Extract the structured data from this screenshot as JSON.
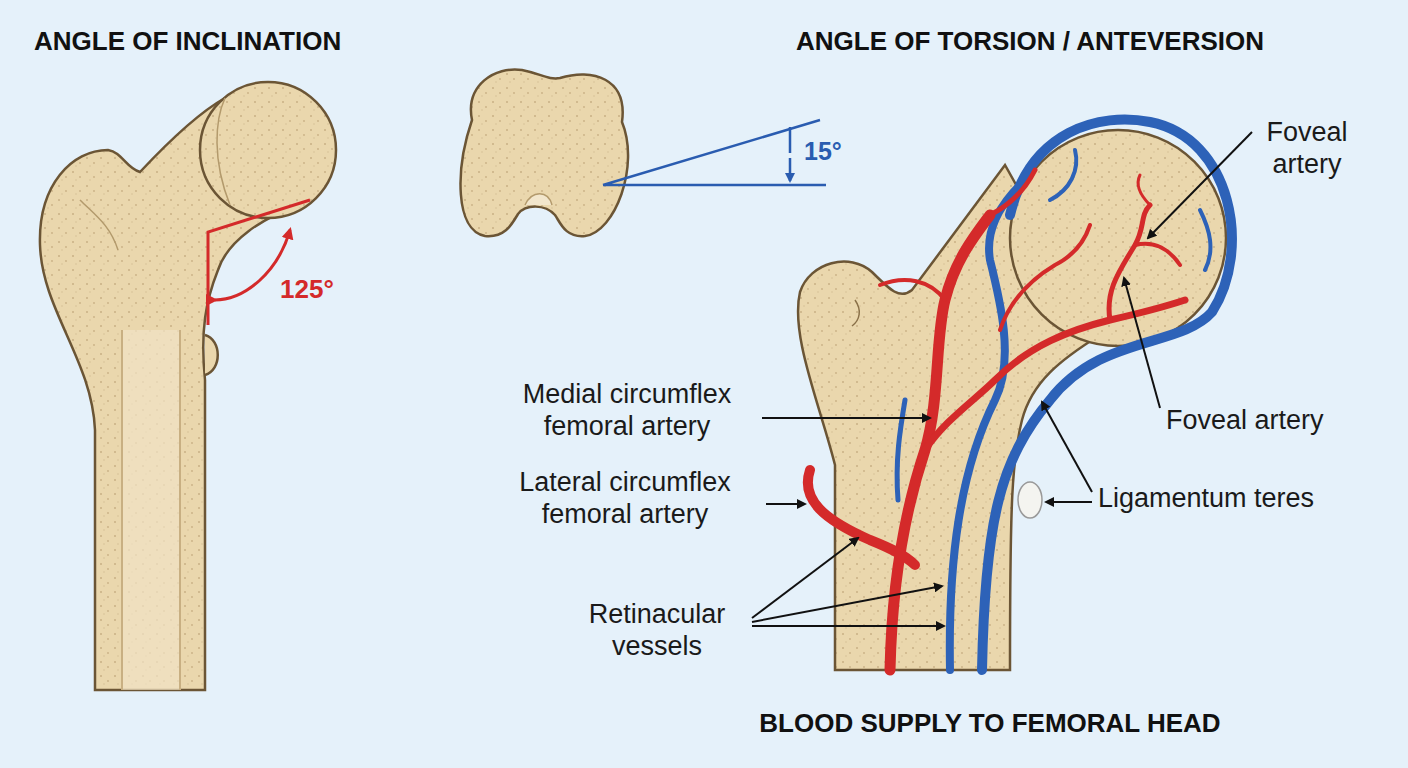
{
  "diagram": {
    "labels": [
      "ANGLE OF INCLINATION",
      "ANGLE OF TORSION / ANTEVERSION",
      "15°",
      "Foveal artery",
      "125°",
      "Medial circumflex femoral artery",
      "Foveal artery",
      "Lateral circumflex femoral artery",
      "Ligamentum teres",
      "Retinacular vessels",
      "BLOOD SUPPLY TO FEMORAL HEAD"
    ]
  }
}
